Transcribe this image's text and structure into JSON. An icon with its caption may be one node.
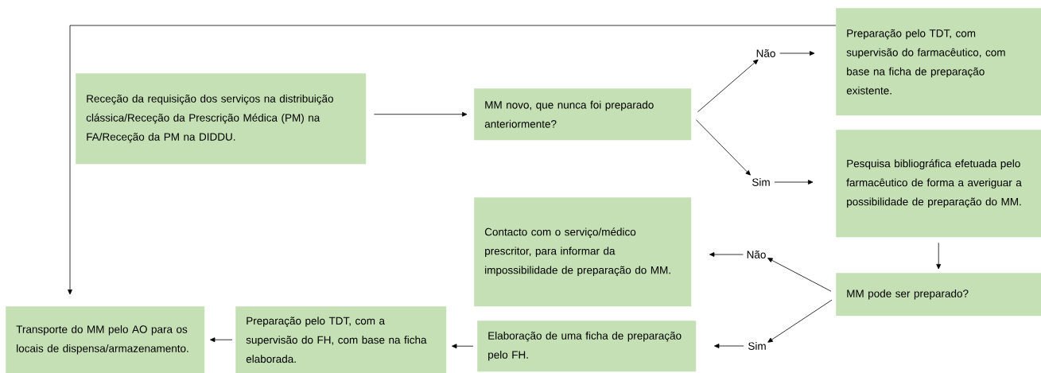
{
  "diagram": {
    "nodes": [
      {
        "text": [
          "Receção da requisição dos serviços na distribuição clássica/Receção da Prescrição Médica (PM) na FA/Receção da PM na DIDDU."
        ]
      },
      {
        "text": [
          "MM novo, que nunca foi preparado anteriormente?"
        ]
      },
      {
        "text": [
          "Não"
        ]
      },
      {
        "text": [
          "Sim"
        ]
      },
      {
        "text": [
          "Preparação pelo TDT, com supervisão do farmacêutico, com base na ficha de preparação existente."
        ]
      },
      {
        "text": [
          "Pesquisa bibliográfica efetuada pelo farmacêutico de forma a averiguar a possibilidade de preparação do MM."
        ]
      },
      {
        "text": [
          "Contacto com o serviço/médico prescritor, para informar da impossibilidade de preparação do MM."
        ]
      },
      {
        "text": [
          "Não"
        ]
      },
      {
        "text": [
          "MM pode ser preparado?"
        ]
      },
      {
        "text": [
          "Sim"
        ]
      },
      {
        "text": [
          "Elaboração de uma ficha de preparação pelo FH."
        ]
      },
      {
        "text": [
          "Preparação pelo TDT, com a supervisão do FH, com base na ficha elaborada."
        ]
      },
      {
        "text": [
          "Transporte do MM pelo AO para os locais de dispensa/armazenamento."
        ]
      }
    ],
    "edges": [
      {
        "from": 0,
        "to": 1,
        "arrow": "to"
      },
      {
        "from": 1,
        "to": 2,
        "arrow": "to"
      },
      {
        "from": 2,
        "to": 4,
        "arrow": "to"
      },
      {
        "from": 1,
        "to": 3,
        "arrow": "to"
      },
      {
        "from": 3,
        "to": 5,
        "arrow": "to"
      },
      {
        "from": 5,
        "to": 8,
        "arrow": "to"
      },
      {
        "from": 8,
        "to": 7,
        "arrow": "to"
      },
      {
        "from": 7,
        "to": 6,
        "arrow": "to"
      },
      {
        "from": 8,
        "to": 9,
        "arrow": "to"
      },
      {
        "from": 9,
        "to": 10,
        "arrow": "to"
      },
      {
        "from": 10,
        "to": 11,
        "arrow": "to"
      },
      {
        "from": 11,
        "to": 12,
        "arrow": "to"
      },
      {
        "from": 4,
        "to": 12,
        "arrow": "to"
      }
    ]
  }
}
